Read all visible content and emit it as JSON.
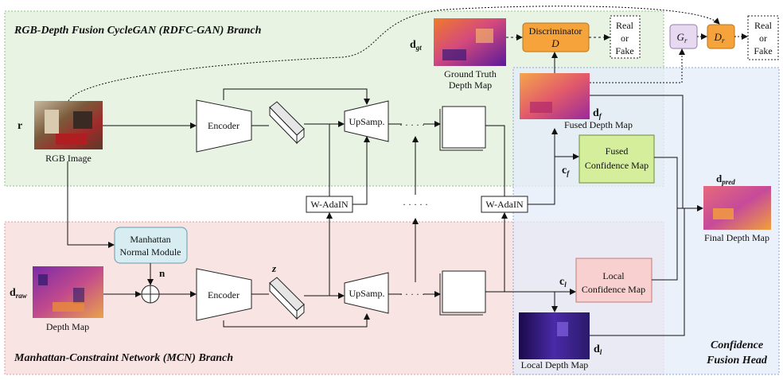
{
  "branches": {
    "rdfc": "RGB-Depth Fusion CycleGAN (RDFC-GAN) Branch",
    "mcn": "Manhattan-Constraint Network (MCN) Branch",
    "cfh_line1": "Confidence",
    "cfh_line2": "Fusion Head"
  },
  "symbols": {
    "r": "r",
    "d_raw": "d",
    "d_raw_sub": "raw",
    "d_gt": "d",
    "d_gt_sub": "gt",
    "n": "n",
    "z": "z",
    "d_f": "d",
    "d_f_sub": "f",
    "c_f": "c",
    "c_f_sub": "f",
    "c_l": "c",
    "c_l_sub": "l",
    "d_l": "d",
    "d_l_sub": "l",
    "d_pred": "d",
    "d_pred_sub": "pred",
    "G_r": "G",
    "G_r_sub": "r",
    "D_r": "D",
    "D_r_sub": "r"
  },
  "labels": {
    "rgb_image": "RGB Image",
    "depth_map": "Depth Map",
    "gt_line1": "Ground Truth",
    "gt_line2": "Depth Map",
    "fused_depth_map": "Fused Depth Map",
    "local_depth_map": "Local Depth Map",
    "final_depth_map": "Final Depth Map",
    "encoder_top": "Encoder",
    "encoder_bottom": "Encoder",
    "upsamp_top": "UpSamp.",
    "upsamp_bottom": "UpSamp.",
    "wadain_left": "W-AdaIN",
    "wadain_right": "W-AdaIN",
    "manhattan_line1": "Manhattan",
    "manhattan_line2": "Normal Module",
    "discriminator": "Discriminator",
    "discriminator_symbol": "D",
    "fused_conf_line1": "Fused",
    "fused_conf_line2": "Confidence Map",
    "local_conf_line1": "Local",
    "local_conf_line2": "Confidence Map",
    "real1": "Real",
    "or1": "or",
    "fake1": "Fake",
    "real2": "Real",
    "or2": "or",
    "fake2": "Fake",
    "ellipsis_top": "· · · · ·",
    "ellipsis_mid": "· · · · ·",
    "ellipsis_bottom": "· · · · ·"
  },
  "colors": {
    "rdfc_bg": "#e8f3e4",
    "mcn_bg": "#f8e4e3",
    "cfh_bg": "#e4ecf9",
    "manhattan_fill": "#d7edf2",
    "discriminator_fill": "#f5a33a",
    "g_fill": "#e7d9ef",
    "fused_conf_fill": "#d4ee9c",
    "local_conf_fill": "#f8d0cf"
  }
}
